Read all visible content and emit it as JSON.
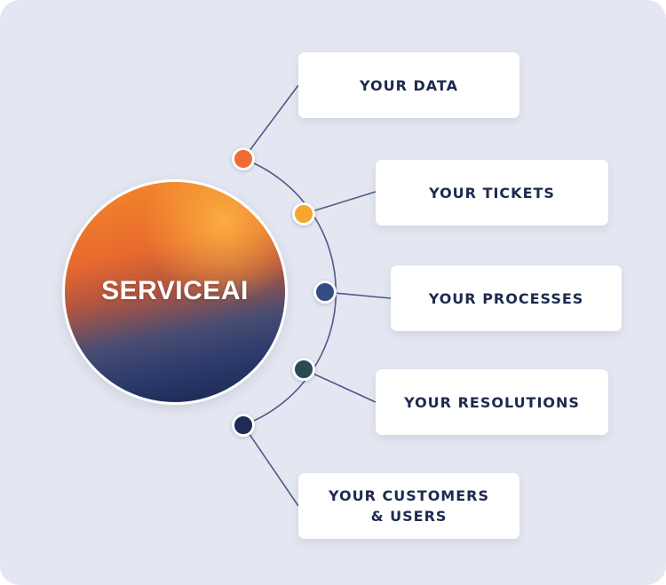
{
  "hub": {
    "label": "SERVICEAI"
  },
  "items": [
    {
      "label": "YOUR DATA",
      "node_color": "#ef6d35"
    },
    {
      "label": "YOUR TICKETS",
      "node_color": "#f8a530"
    },
    {
      "label": "YOUR PROCESSES",
      "node_color": "#344b85"
    },
    {
      "label": "YOUR RESOLUTIONS",
      "node_color": "#2b4a57"
    },
    {
      "label": "YOUR CUSTOMERS\n& USERS",
      "node_color": "#1f2c57"
    }
  ],
  "colors": {
    "background": "#e4e7f1",
    "connector": "#4d5a8a",
    "text": "#1d2a50"
  }
}
